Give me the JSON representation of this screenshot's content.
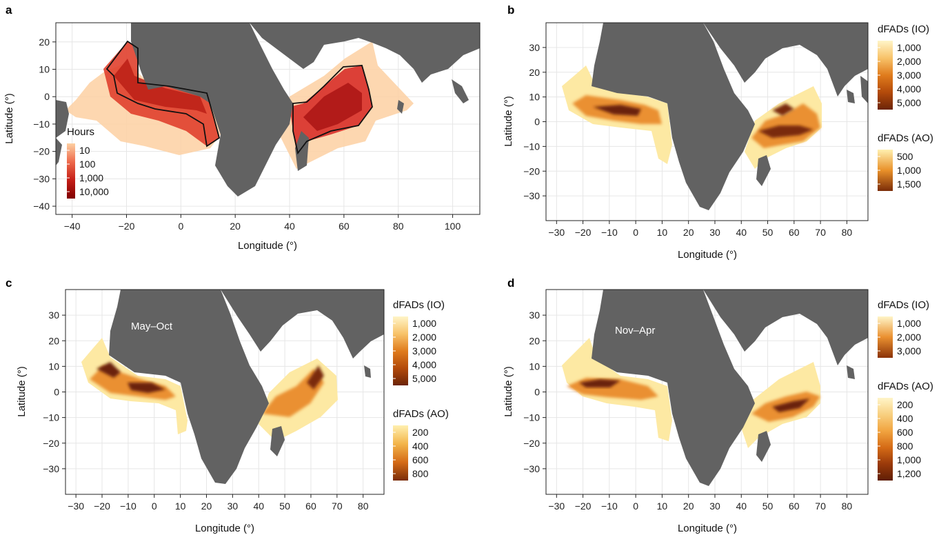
{
  "panels": [
    {
      "id": "a",
      "label": "a",
      "lon_range": [
        -46,
        110
      ],
      "lat_range": [
        -43,
        27
      ],
      "x_ticks": [
        "-40",
        "-20",
        "0",
        "20",
        "40",
        "60",
        "80",
        "100"
      ],
      "y_ticks": [
        "20",
        "10",
        "0",
        "-10",
        "-20",
        "-30",
        "-40"
      ],
      "xlabel": "Longitude (°)",
      "ylabel": "Latitude (°)",
      "annotation": "",
      "legends": [
        {
          "title": "Hours",
          "values": [
            "10",
            "100",
            "1,000",
            "10,000"
          ],
          "colors": [
            "#fdd0a2",
            "#ee6a4c",
            "#c41e17",
            "#7f0000"
          ]
        }
      ],
      "colors": {
        "low": "#fdd0a2",
        "mid": "#e0402d",
        "high": "#9e0a0a"
      }
    },
    {
      "id": "b",
      "label": "b",
      "lon_range": [
        -34,
        88
      ],
      "lat_range": [
        -40,
        40
      ],
      "x_ticks": [
        "-30",
        "-20",
        "-10",
        "0",
        "10",
        "20",
        "30",
        "40",
        "50",
        "60",
        "70",
        "80"
      ],
      "y_ticks": [
        "30",
        "20",
        "10",
        "0",
        "-10",
        "-20",
        "-30"
      ],
      "xlabel": "Longitude (°)",
      "ylabel": "Latitude (°)",
      "annotation": "",
      "legends": [
        {
          "title": "dFADs (IO)",
          "values": [
            "1,000",
            "2,000",
            "3,000",
            "4,000",
            "5,000"
          ],
          "colors": [
            "#fff5c8",
            "#f8c36a",
            "#e07c1d",
            "#b34a0a",
            "#6b2408"
          ]
        },
        {
          "title": "dFADs (AO)",
          "values": [
            "500",
            "1,000",
            "1,500"
          ],
          "colors": [
            "#fff0b0",
            "#e9912a",
            "#7a2c08"
          ]
        }
      ],
      "colors": {
        "low": "#fde9a3",
        "mid": "#ea9030",
        "high": "#6b2408"
      }
    },
    {
      "id": "c",
      "label": "c",
      "lon_range": [
        -34,
        88
      ],
      "lat_range": [
        -40,
        40
      ],
      "x_ticks": [
        "-30",
        "-20",
        "-10",
        "0",
        "10",
        "20",
        "30",
        "40",
        "50",
        "60",
        "70",
        "80"
      ],
      "y_ticks": [
        "30",
        "20",
        "10",
        "0",
        "-10",
        "-20",
        "-30"
      ],
      "xlabel": "Longitude (°)",
      "ylabel": "Latitude (°)",
      "annotation": "May–Oct",
      "legends": [
        {
          "title": "dFADs (IO)",
          "values": [
            "1,000",
            "2,000",
            "3,000",
            "4,000",
            "5,000"
          ],
          "colors": [
            "#fff5c8",
            "#f8c36a",
            "#e07c1d",
            "#b34a0a",
            "#6b2408"
          ]
        },
        {
          "title": "dFADs (AO)",
          "values": [
            "200",
            "400",
            "600",
            "800"
          ],
          "colors": [
            "#fff0b0",
            "#f3b54a",
            "#d56b16",
            "#7a2c08"
          ]
        }
      ],
      "colors": {
        "low": "#fde9a3",
        "mid": "#ea9030",
        "high": "#6b2408"
      }
    },
    {
      "id": "d",
      "label": "d",
      "lon_range": [
        -34,
        88
      ],
      "lat_range": [
        -40,
        40
      ],
      "x_ticks": [
        "-30",
        "-20",
        "-10",
        "0",
        "10",
        "20",
        "30",
        "40",
        "50",
        "60",
        "70",
        "80"
      ],
      "y_ticks": [
        "30",
        "20",
        "10",
        "0",
        "-10",
        "-20",
        "-30"
      ],
      "xlabel": "Longitude (°)",
      "ylabel": "Latitude (°)",
      "annotation": "Nov–Apr",
      "legends": [
        {
          "title": "dFADs (IO)",
          "values": [
            "1,000",
            "2,000",
            "3,000"
          ],
          "colors": [
            "#fff5c8",
            "#ea9030",
            "#8a3208"
          ]
        },
        {
          "title": "dFADs (AO)",
          "values": [
            "200",
            "400",
            "600",
            "800",
            "1,000",
            "1,200"
          ],
          "colors": [
            "#fff5c8",
            "#f8d080",
            "#f1a440",
            "#d56b16",
            "#9a3a0a",
            "#5e1e05"
          ]
        }
      ],
      "colors": {
        "low": "#fde9a3",
        "mid": "#ea9030",
        "high": "#6b2408"
      }
    }
  ],
  "land_color": "#626262",
  "grid_color": "#e6e6e6"
}
